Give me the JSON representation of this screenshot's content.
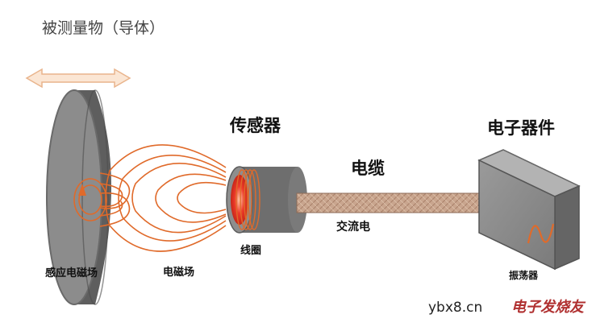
{
  "labels": {
    "measured_object": "被测量物（导体）",
    "sensor": "传感器",
    "electronics": "电子器件",
    "cable": "电缆",
    "alternating_current": "交流电",
    "coil": "线圈",
    "induced_field": "感应电磁场",
    "em_field": "电磁场",
    "oscillator": "振荡器"
  },
  "watermark": {
    "site": "ybx8.cn",
    "logo": "电子发烧友"
  },
  "colors": {
    "disc_body": "#6e6e6e",
    "disc_face": "#8c8c8c",
    "field_lines": "#e06a2a",
    "coil_red": "#ee3a2a",
    "cable": "#c9a58e",
    "box": "#8a8a8a",
    "arrow_fill": "#fbe6d4",
    "arrow_stroke": "#e9b48c"
  },
  "icons": {
    "motion_arrow": "double-arrow-icon",
    "waveform": "sine-wave-icon"
  }
}
